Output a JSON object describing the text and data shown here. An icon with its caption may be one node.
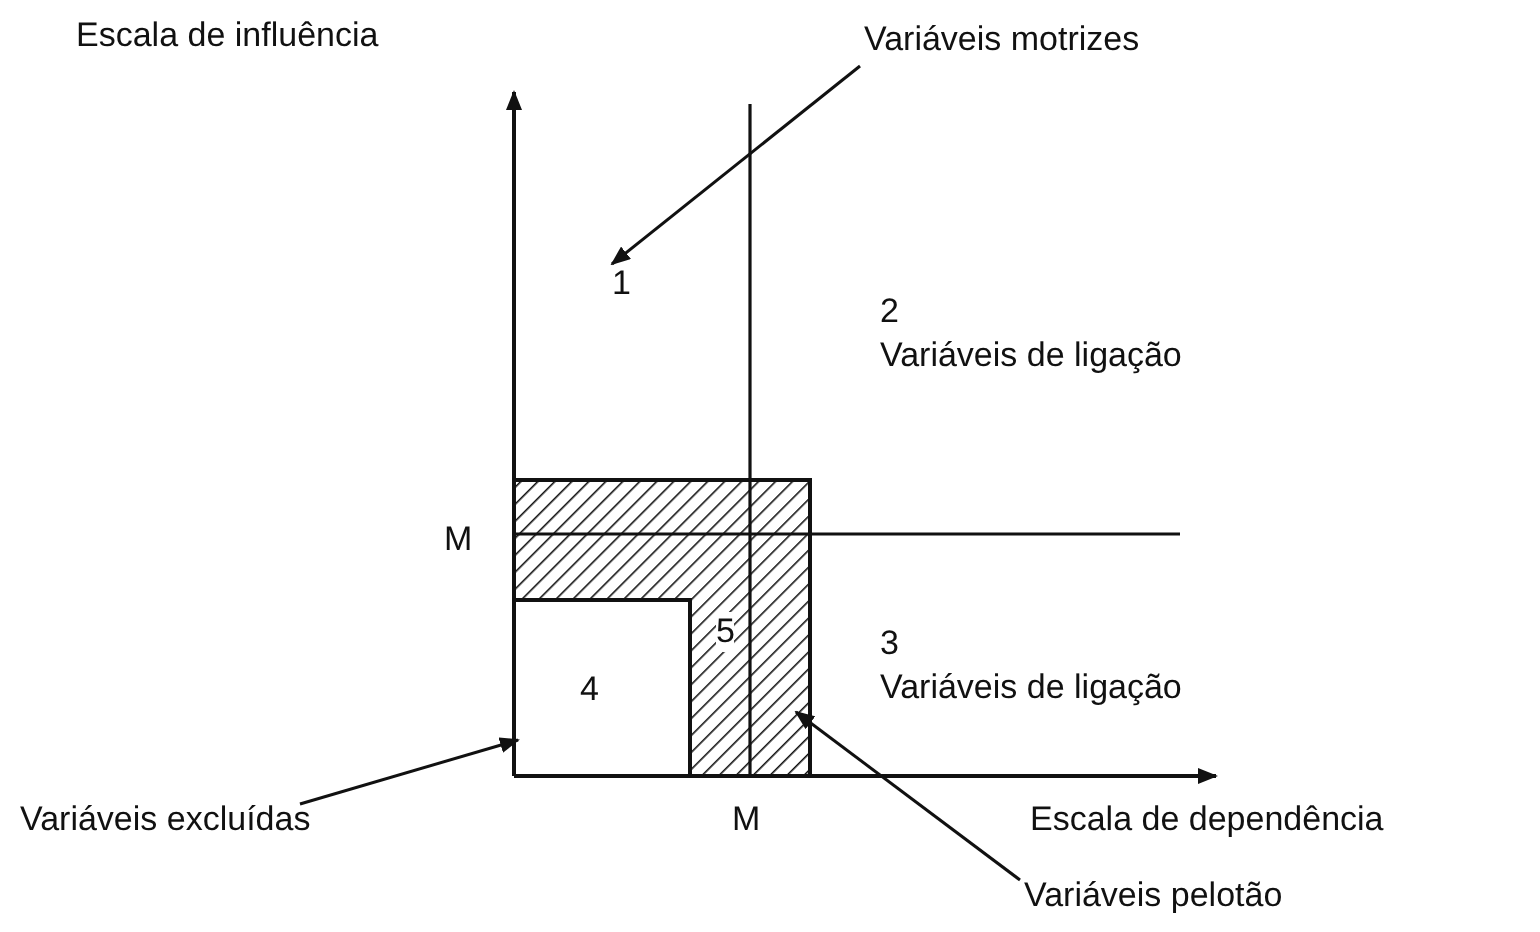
{
  "diagram": {
    "nodes": [
      {
        "text": [
          "Variáveis motrizes"
        ]
      },
      {
        "text": [
          "1"
        ]
      },
      {
        "text": [
          "5"
        ]
      },
      {
        "text": [
          "4"
        ]
      },
      {
        "text": [
          "Variáveis excluídas"
        ]
      },
      {
        "text": [
          "Variáveis pelotão"
        ]
      }
    ],
    "edges": [
      {
        "from": 0,
        "to": 1,
        "arrow": "to"
      },
      {
        "from": 4,
        "to": 3,
        "arrow": "to"
      },
      {
        "from": 5,
        "to": 2,
        "arrow": "to"
      }
    ],
    "labels": [
      "Escala de influência",
      "2",
      "Variáveis de ligação",
      "M",
      "3",
      "Variáveis de ligação",
      "M",
      "Escala de dependência"
    ]
  }
}
